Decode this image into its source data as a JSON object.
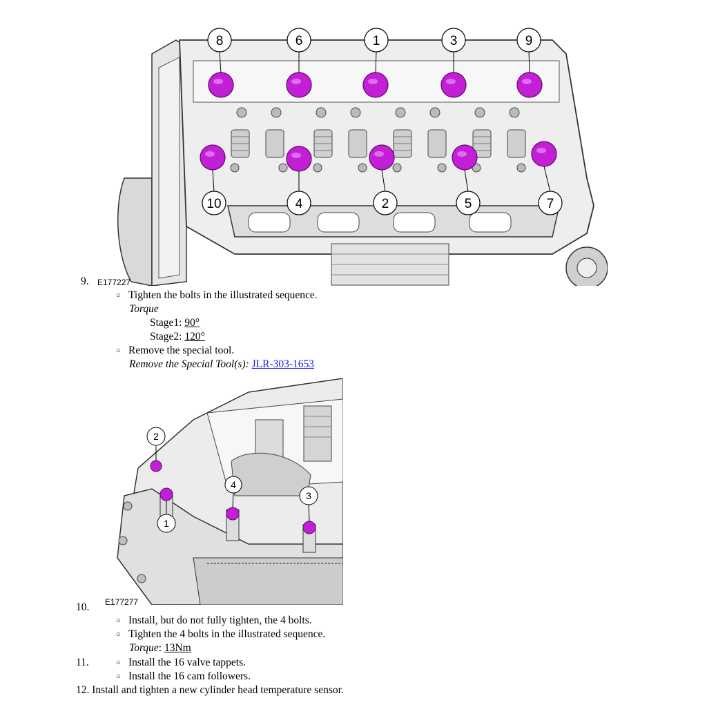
{
  "figure1": {
    "id": "E177227",
    "callouts_top": [
      "8",
      "6",
      "1",
      "3",
      "9"
    ],
    "callouts_bottom": [
      "10",
      "4",
      "2",
      "5",
      "7"
    ],
    "bolt_color": "#c21fd6"
  },
  "figure2": {
    "id": "E177277",
    "callouts": [
      "2",
      "1",
      "4",
      "3"
    ],
    "bolt_color": "#c21fd6"
  },
  "step9": {
    "number": "9.",
    "bullet1": "Tighten the bolts in the illustrated sequence.",
    "torque_label": "Torque",
    "stage1_label": "Stage1: ",
    "stage1_value": "90°",
    "stage2_label": "Stage2: ",
    "stage2_value": "120°",
    "bullet2": "Remove the special tool.",
    "tool_label": "Remove the Special Tool(s): ",
    "tool_link": "JLR-303-1653"
  },
  "step10": {
    "number": "10.",
    "bullet1": "Install, but do not fully tighten, the 4 bolts.",
    "bullet2": "Tighten the 4 bolts in the illustrated sequence.",
    "torque_label": "Torque",
    "torque_sep": ": ",
    "torque_value": "13Nm"
  },
  "step11": {
    "number": "11.",
    "bullet1": "Install the 16 valve tappets.",
    "bullet2": "Install the 16 cam followers."
  },
  "step12": {
    "number": "12.",
    "text": "Install and tighten a new cylinder head temperature sensor."
  },
  "bullet_glyph": "○"
}
